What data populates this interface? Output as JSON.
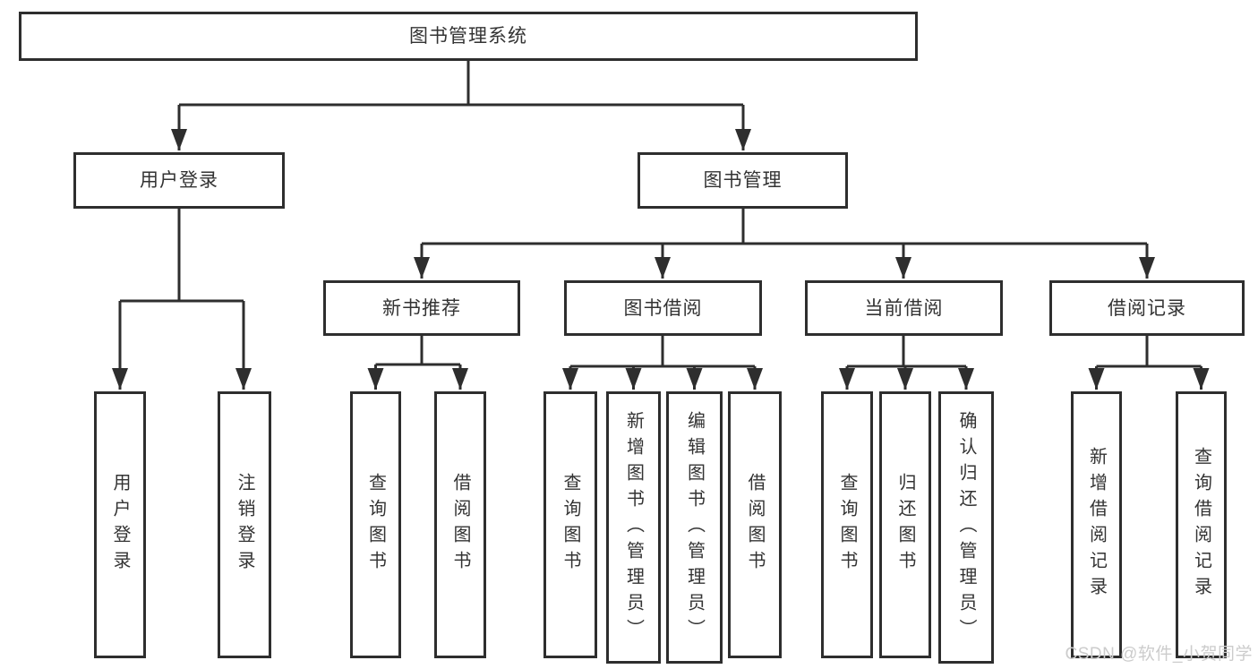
{
  "diagram": {
    "root": "图书管理系统",
    "branches": [
      {
        "label": "用户登录",
        "children": [
          "用户登录",
          "注销登录"
        ]
      },
      {
        "label": "图书管理",
        "sections": [
          {
            "label": "新书推荐",
            "children": [
              "查询图书",
              "借阅图书"
            ]
          },
          {
            "label": "图书借阅",
            "children": [
              "查询图书",
              "新增图书（管理员）",
              "编辑图书（管理员）",
              "借阅图书"
            ]
          },
          {
            "label": "当前借阅",
            "children": [
              "查询图书",
              "归还图书",
              "确认归还（管理员）"
            ]
          },
          {
            "label": "借阅记录",
            "children": [
              "新增借阅记录",
              "查询借阅记录"
            ]
          }
        ]
      }
    ]
  },
  "watermark": "CSDN @软件_小贺同学",
  "colors": {
    "line": "#2e2e2e",
    "box_border": "#2e2e2e",
    "box_background": "#ffffff",
    "text": "#333333",
    "watermark": "#cccccc",
    "page_background": "#ffffff"
  }
}
